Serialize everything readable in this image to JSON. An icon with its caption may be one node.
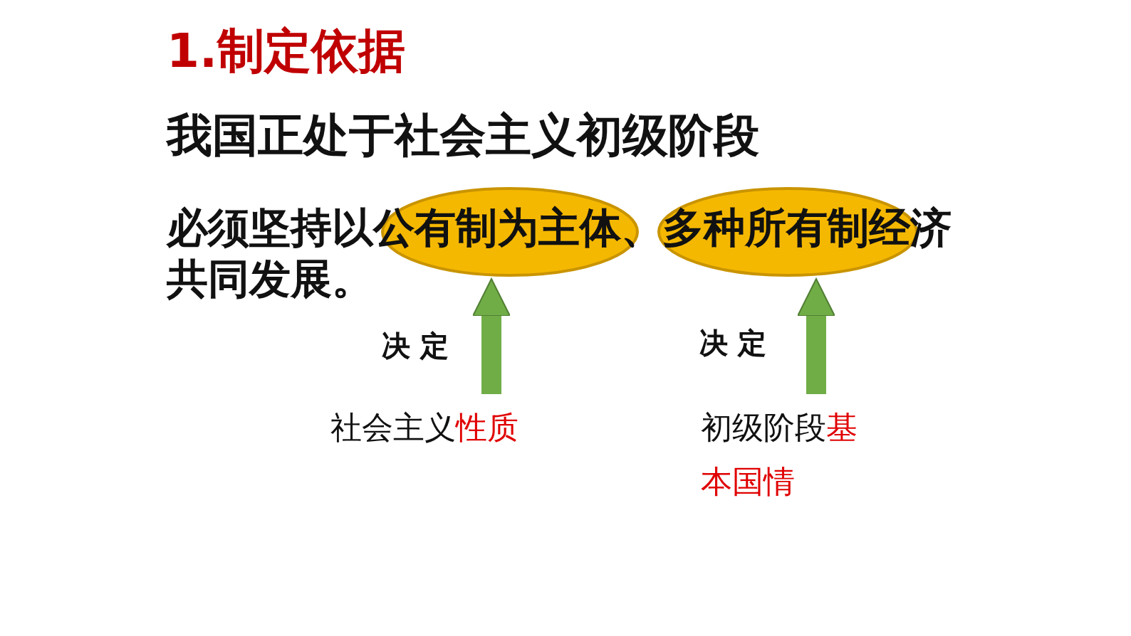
{
  "diagram": {
    "title": "1.制定依据",
    "nodes": [
      {
        "text": [],
        "shape": "ellipse"
      },
      {
        "text": [],
        "shape": "ellipse"
      },
      {
        "text": [
          "社会主义",
          "性质"
        ]
      },
      {
        "text": [
          "初级阶段",
          "基本国情"
        ]
      }
    ],
    "edges": [
      {
        "from": 2,
        "to": 0,
        "arrow": "to",
        "label": "决 定"
      },
      {
        "from": 3,
        "to": 1,
        "arrow": "to",
        "label": "决 定"
      }
    ],
    "labels": [
      "我国正处于社会主义初级阶段",
      "必须坚持以公有制为主体、多种所有制经济共同发展。"
    ]
  }
}
